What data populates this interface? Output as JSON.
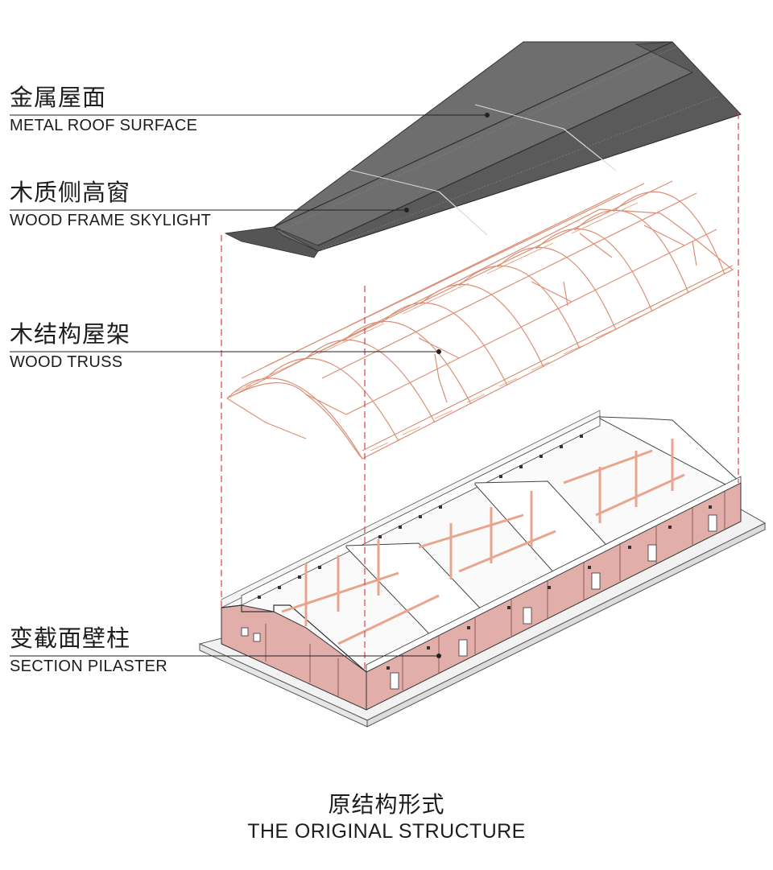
{
  "layers": [
    {
      "zh": "金属屋面",
      "en": "METAL ROOF SURFACE"
    },
    {
      "zh": "木质侧高窗",
      "en": "WOOD FRAME SKYLIGHT"
    },
    {
      "zh": "木结构屋架",
      "en": "WOOD TRUSS"
    },
    {
      "zh": "变截面壁柱",
      "en": "SECTION PILASTER"
    }
  ],
  "caption": {
    "zh": "原结构形式",
    "en": "THE ORIGINAL STRUCTURE"
  },
  "colors": {
    "roof": "#6e6e6e",
    "roof_dark": "#505050",
    "truss": "#d98a6e",
    "brick": "#e2aeaa",
    "guide_line": "#e0404a",
    "leader_line": "#222222"
  }
}
